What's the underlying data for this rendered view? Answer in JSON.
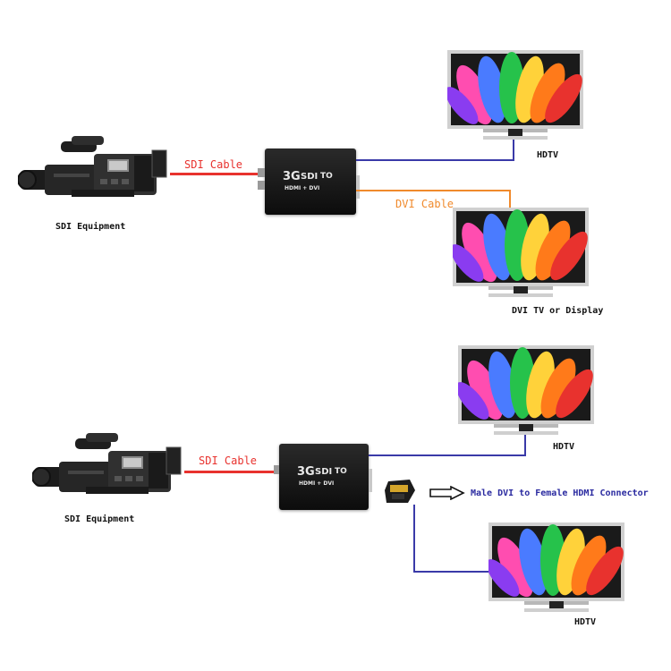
{
  "top": {
    "sdi_cable_label": "SDI Cable",
    "dvi_cable_label": "DVI Cable",
    "equipment_label": "SDI Equipment",
    "hdtv_label": "HDTV",
    "dvi_display_label": "DVI TV or Display",
    "converter": {
      "brand": "3G",
      "sdi": "SDI",
      "to": "TO",
      "outputs": "HDMI + DVI"
    }
  },
  "bottom": {
    "sdi_cable_label": "SDI Cable",
    "equipment_label": "SDI Equipment",
    "hdtv_label_1": "HDTV",
    "hdtv_label_2": "HDTV",
    "adapter_label": "Male DVI to Female HDMI Connector",
    "converter": {
      "brand": "3G",
      "sdi": "SDI",
      "to": "TO",
      "outputs": "HDMI + DVI"
    }
  },
  "colors": {
    "sdi_cable": "#e8322e",
    "hdmi_cable": "#3a3aa8",
    "dvi_cable": "#f08a2c",
    "adapter_label": "#2a2aa0"
  }
}
